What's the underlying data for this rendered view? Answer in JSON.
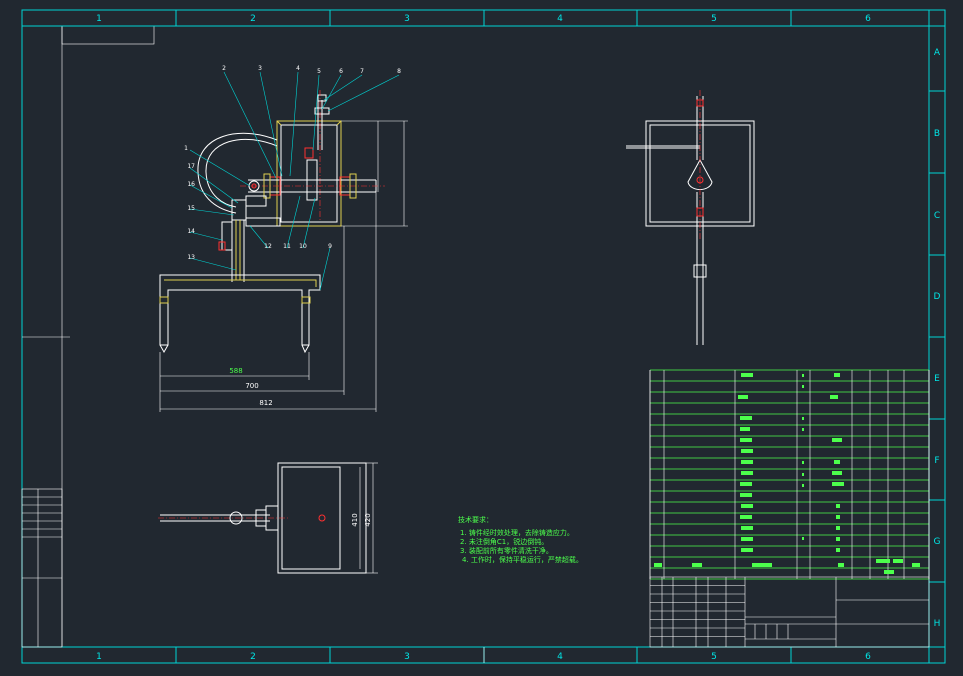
{
  "border": {
    "col_labels": [
      "1",
      "2",
      "3",
      "4",
      "5",
      "6"
    ],
    "row_labels": [
      "A",
      "B",
      "C",
      "D",
      "E",
      "F",
      "G",
      "H"
    ]
  },
  "front_view": {
    "balloons_top": [
      "2",
      "3",
      "4",
      "5",
      "6",
      "7",
      "8"
    ],
    "balloons_left": [
      "1",
      "17",
      "16",
      "15",
      "14",
      "13"
    ],
    "balloons_bottom": [
      "12",
      "11",
      "10",
      "9"
    ],
    "dimensions": [
      "588",
      "700",
      "812"
    ]
  },
  "plan_view": {
    "dimensions": [
      "410",
      "420"
    ]
  },
  "notes": {
    "title": "技术要求：",
    "lines": [
      "1. 铸件经时效处理，去除铸造应力。",
      "2. 未注倒角C1，锐边倒钝。",
      "3. 装配前所有零件清洗干净。",
      "4. 工作时，保持平稳运行，严禁超载。"
    ]
  },
  "colors": {
    "background": "#212830",
    "frame": "#00d4d4",
    "geometry": "#ffffff",
    "hatch": "#e0d050",
    "centerline": "#ff3030",
    "table_text": "#4cff4c"
  }
}
